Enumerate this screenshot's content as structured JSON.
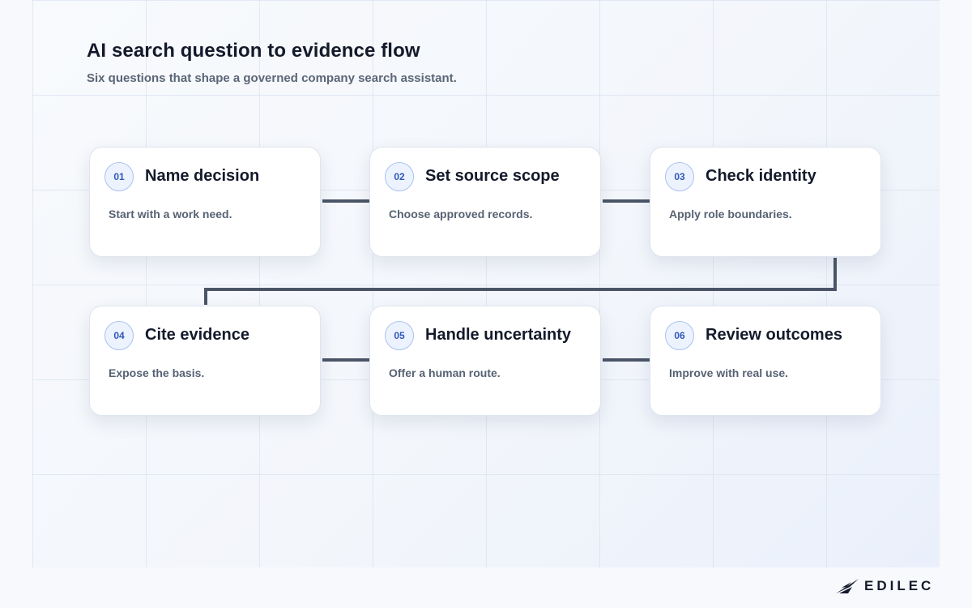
{
  "header": {
    "title": "AI search question to evidence flow",
    "subtitle": "Six questions that shape a governed company search assistant."
  },
  "steps": [
    {
      "number": "01",
      "title": "Name decision",
      "description": "Start with a work need."
    },
    {
      "number": "02",
      "title": "Set source scope",
      "description": "Choose approved records."
    },
    {
      "number": "03",
      "title": "Check identity",
      "description": "Apply role boundaries."
    },
    {
      "number": "04",
      "title": "Cite evidence",
      "description": "Expose the basis."
    },
    {
      "number": "05",
      "title": "Handle uncertainty",
      "description": "Offer a human route."
    },
    {
      "number": "06",
      "title": "Review outcomes",
      "description": "Improve with real use."
    }
  ],
  "brand": {
    "logo_text": "EDILEC"
  },
  "colors": {
    "connector": "#4b5567",
    "badge_text": "#2f58b8",
    "badge_border": "#a9c2f0",
    "card_border": "#dfe5ee"
  }
}
